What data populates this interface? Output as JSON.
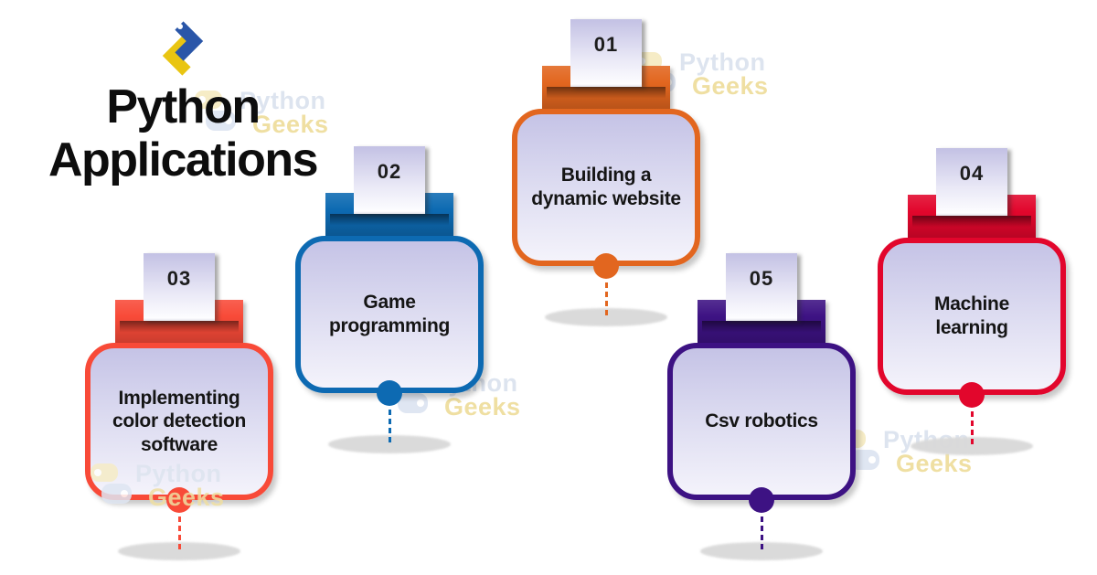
{
  "page": {
    "background": "#ffffff"
  },
  "header": {
    "title_line1": "Python",
    "title_line2": "Applications",
    "title_color": "#0d0d0d",
    "logo_colors": {
      "blue": "#2a56a8",
      "yellow": "#e9c512"
    }
  },
  "watermark": {
    "line1": "Python",
    "line2": "Geeks",
    "text1_color": "#dde4ef",
    "text2_color": "#efdfa2",
    "icon_yellow": "#f6ecc6",
    "icon_blue": "#dfe6f2"
  },
  "cards": [
    {
      "number": "01",
      "label": "Building a dynamic website",
      "label_lines": [
        "Building a",
        "dynamic website"
      ],
      "color": "#e2661f"
    },
    {
      "number": "02",
      "label": "Game programming",
      "label_lines": [
        "Game",
        "programming"
      ],
      "color": "#0d6ab2"
    },
    {
      "number": "03",
      "label": "Implementing color detection software",
      "label_lines": [
        "Implementing",
        "color detection",
        "software"
      ],
      "color": "#f84a38"
    },
    {
      "number": "04",
      "label": "Machine learning",
      "label_lines": [
        "Machine",
        "learning"
      ],
      "color": "#e2062c"
    },
    {
      "number": "05",
      "label": "Csv robotics",
      "label_lines": [
        "Csv robotics"
      ],
      "color": "#3d1283"
    }
  ]
}
